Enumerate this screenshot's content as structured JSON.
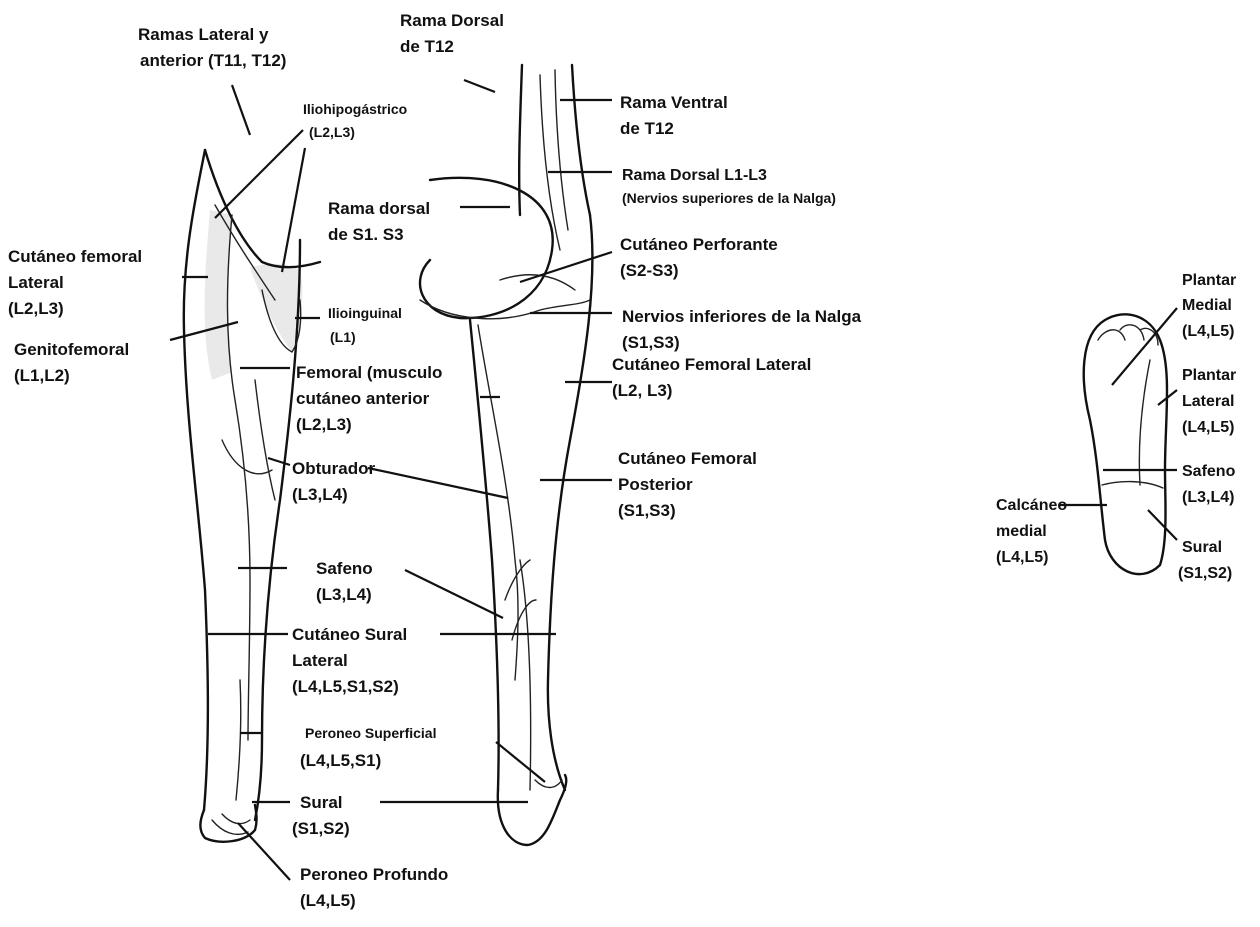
{
  "labels": {
    "ramas_lateral_1": "Ramas Lateral y",
    "ramas_lateral_2": "anterior (T11, T12)",
    "rama_dorsal_t12_1": "Rama Dorsal",
    "rama_dorsal_t12_2": "de T12",
    "iliohipogastrico_1": "Iliohipogástrico",
    "iliohipogastrico_2": "(L2,L3)",
    "rama_ventral_1": "Rama Ventral",
    "rama_ventral_2": "de T12",
    "rama_dorsal_l1_1": "Rama Dorsal L1-L3",
    "rama_dorsal_l1_2": "(Nervios superiores de la Nalga)",
    "rama_dorsal_s1_1": "Rama dorsal",
    "rama_dorsal_s1_2": "de S1. S3",
    "cutaneo_femoral_lat_1": "Cutáneo femoral",
    "cutaneo_femoral_lat_2": "Lateral",
    "cutaneo_femoral_lat_3": "(L2,L3)",
    "cutaneo_perforante_1": "Cutáneo Perforante",
    "cutaneo_perforante_2": "(S2-S3)",
    "ilioinguinal_1": "Ilioinguinal",
    "ilioinguinal_2": "(L1)",
    "genitofemoral_1": "Genitofemoral",
    "genitofemoral_2": "(L1,L2)",
    "nervios_inferiores_1": "Nervios inferiores de la Nalga",
    "nervios_inferiores_2": "(S1,S3)",
    "femoral_1": "Femoral (musculo",
    "femoral_2": "cutáneo anterior",
    "femoral_3": "(L2,L3)",
    "cutaneo_femoral_lateral_post_1": "Cutáneo Femoral Lateral",
    "cutaneo_femoral_lateral_post_2": "(L2, L3)",
    "obturador_1": "Obturador",
    "obturador_2": "(L3,L4)",
    "cutaneo_femoral_posterior_1": "Cutáneo Femoral",
    "cutaneo_femoral_posterior_2": "Posterior",
    "cutaneo_femoral_posterior_3": "(S1,S3)",
    "safeno_1": "Safeno",
    "safeno_2": "(L3,L4)",
    "cutaneo_sural_1": "Cutáneo Sural",
    "cutaneo_sural_2": "Lateral",
    "cutaneo_sural_3": "(L4,L5,S1,S2)",
    "peroneo_superficial_1": "Peroneo Superficial",
    "peroneo_superficial_2": "(L4,L5,S1)",
    "sural_1": "Sural",
    "sural_2": "(S1,S2)",
    "peroneo_profundo_1": "Peroneo Profundo",
    "peroneo_profundo_2": "(L4,L5)",
    "plantar_medial_1": "Plantar",
    "plantar_medial_2": "Medial",
    "plantar_medial_3": "(L4,L5)",
    "plantar_lateral_1": "Plantar",
    "plantar_lateral_2": "Lateral",
    "plantar_lateral_3": "(L4,L5)",
    "foot_safeno_1": "Safeno",
    "foot_safeno_2": "(L3,L4)",
    "calcaneo_1": "Calcáneo",
    "calcaneo_2": "medial",
    "calcaneo_3": "(L4,L5)",
    "foot_sural_1": "Sural",
    "foot_sural_2": "(S1,S2)"
  }
}
